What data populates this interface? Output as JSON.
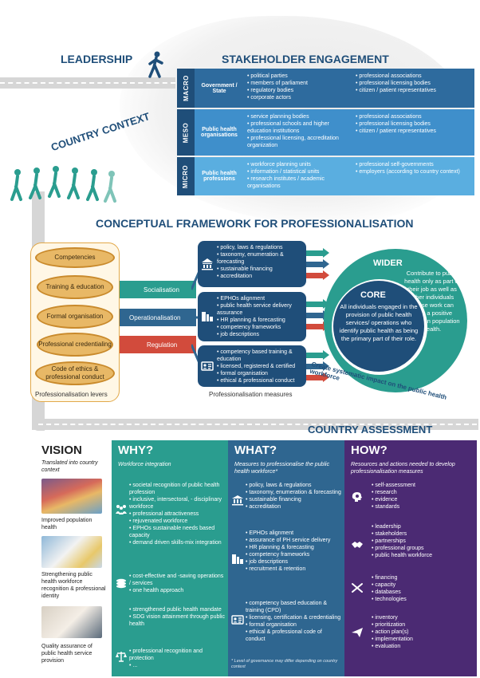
{
  "top": {
    "leadership": "LEADERSHIP",
    "stakeholder": "STAKEHOLDER ENGAGEMENT",
    "country_context": "COUNTRY CONTEXT",
    "framework": "CONCEPTUAL FRAMEWORK FOR PROFESSIONALISATION",
    "assessment": "COUNTRY ASSESSMENT"
  },
  "stakeholders": [
    {
      "level": "MACRO",
      "title": "Government / State",
      "col1": [
        "political parties",
        "members of parliament",
        "regulatory bodies",
        "corporate actors"
      ],
      "col2": [
        "professional associations",
        "professional licensing bodies",
        "citizen / patient representatives"
      ],
      "color": "#2e6b9e"
    },
    {
      "level": "MESO",
      "title": "Public health organisations",
      "col1": [
        "service planning bodies",
        "professional schools and higher education institutions",
        "professional licensing, accreditation organization"
      ],
      "col2": [
        "professional associations",
        "professional licensing bodies",
        "citizen / patient representatives"
      ],
      "color": "#3f8fcb"
    },
    {
      "level": "MICRO",
      "title": "Public health professions",
      "col1": [
        "workforce planning units",
        "information / statistical units",
        "research institutes / academic organisations"
      ],
      "col2": [
        "professional self-governments",
        "employers (according to country context)"
      ],
      "color": "#5aaee0"
    }
  ],
  "levers": {
    "items": [
      "Competencies",
      "Training & education",
      "Formal organisation",
      "Professional credentialing",
      "Code of ethics & professional conduct"
    ],
    "caption": "Professionalisation levers"
  },
  "bands": {
    "socialisation": "Socialisation",
    "operationalisation": "Operationalisation",
    "regulation": "Regulation"
  },
  "measures": {
    "caption": "Professionalisation measures",
    "groups": [
      [
        "policy, laws & regulations",
        "taxonomy, enumeration & forecasting",
        "sustainable financing",
        "accreditation"
      ],
      [
        "EPHOs alignment",
        "public health service delivery assurance",
        "HR planning & forecasting",
        "competency frameworks",
        "job descriptions"
      ],
      [
        "competency based training & education",
        "licensed, registered & certified",
        "formal organisation",
        "ethical & professional conduct"
      ]
    ]
  },
  "circles": {
    "wider_title": "WIDER",
    "wider_text": "Contribute to public health only as part of their job as well as other individuals whose work can have a positive impact on population health.",
    "core_title": "CORE",
    "core_text": "All individuals engaged in the provision of public health services/ operations who identify public health as being the primary part of their role.",
    "curve_text": "Create systematic impact on the public health workforce"
  },
  "vision": {
    "title": "VISION",
    "subtitle": "Translated into country context",
    "items": [
      "Improved population health",
      "Strengthening public health workforce recognition & professional identity",
      "Quality assurance of public health service provision"
    ]
  },
  "why": {
    "title": "WHY?",
    "subtitle": "Workforce integration",
    "groups": [
      [
        "societal recognition of public health profession",
        "inclusive, intersectoral, - disciplinary workforce",
        "professional attractiveness",
        "rejuvenated workforce",
        "EPHOs sustainable needs based capacity",
        "demand driven skills-mix integration"
      ],
      [
        "cost-effective and -saving operations / services",
        "one health approach"
      ],
      [
        "strengthened public health mandate",
        "SDG vision attainment through public health"
      ],
      [
        "professional recognition and protection",
        "..."
      ]
    ]
  },
  "what": {
    "title": "WHAT?",
    "subtitle": "Measures to professionalise the public health workforce*",
    "groups": [
      [
        "policy, laws & regulations",
        "taxonomy, enumeration & forecasting",
        "sustainable financing",
        "accreditation"
      ],
      [
        "EPHOs alignment",
        "assurance of PH service delivery",
        "HR planning & forecasting",
        "competency frameworks",
        "job descriptions",
        "recruitment & retention"
      ],
      [
        "competency based education & training (CPD)",
        "licensing, certification & credentialing",
        "formal organisation",
        "ethical & professional code of conduct"
      ]
    ],
    "footnote": "* Level of governance may differ depending on country context"
  },
  "how": {
    "title": "HOW?",
    "subtitle": "Resources and actions needed to develop professionalisation measures",
    "groups": [
      [
        "self-assessment",
        "research",
        "evidence",
        "standards"
      ],
      [
        "leadership",
        "stakeholders",
        "partnerships",
        "professional groups",
        "public health workforce"
      ],
      [
        "financing",
        "capacity",
        "databases",
        "technologies"
      ],
      [
        "inventory",
        "prioritization",
        "action plan(s)",
        "implementation",
        "evaluation"
      ]
    ]
  },
  "colors": {
    "navy": "#1f4e79",
    "teal": "#2a9d8f",
    "blue": "#2f6690",
    "purple": "#4b2a73",
    "orange": "#e2a94a",
    "red": "#d24b3c"
  }
}
